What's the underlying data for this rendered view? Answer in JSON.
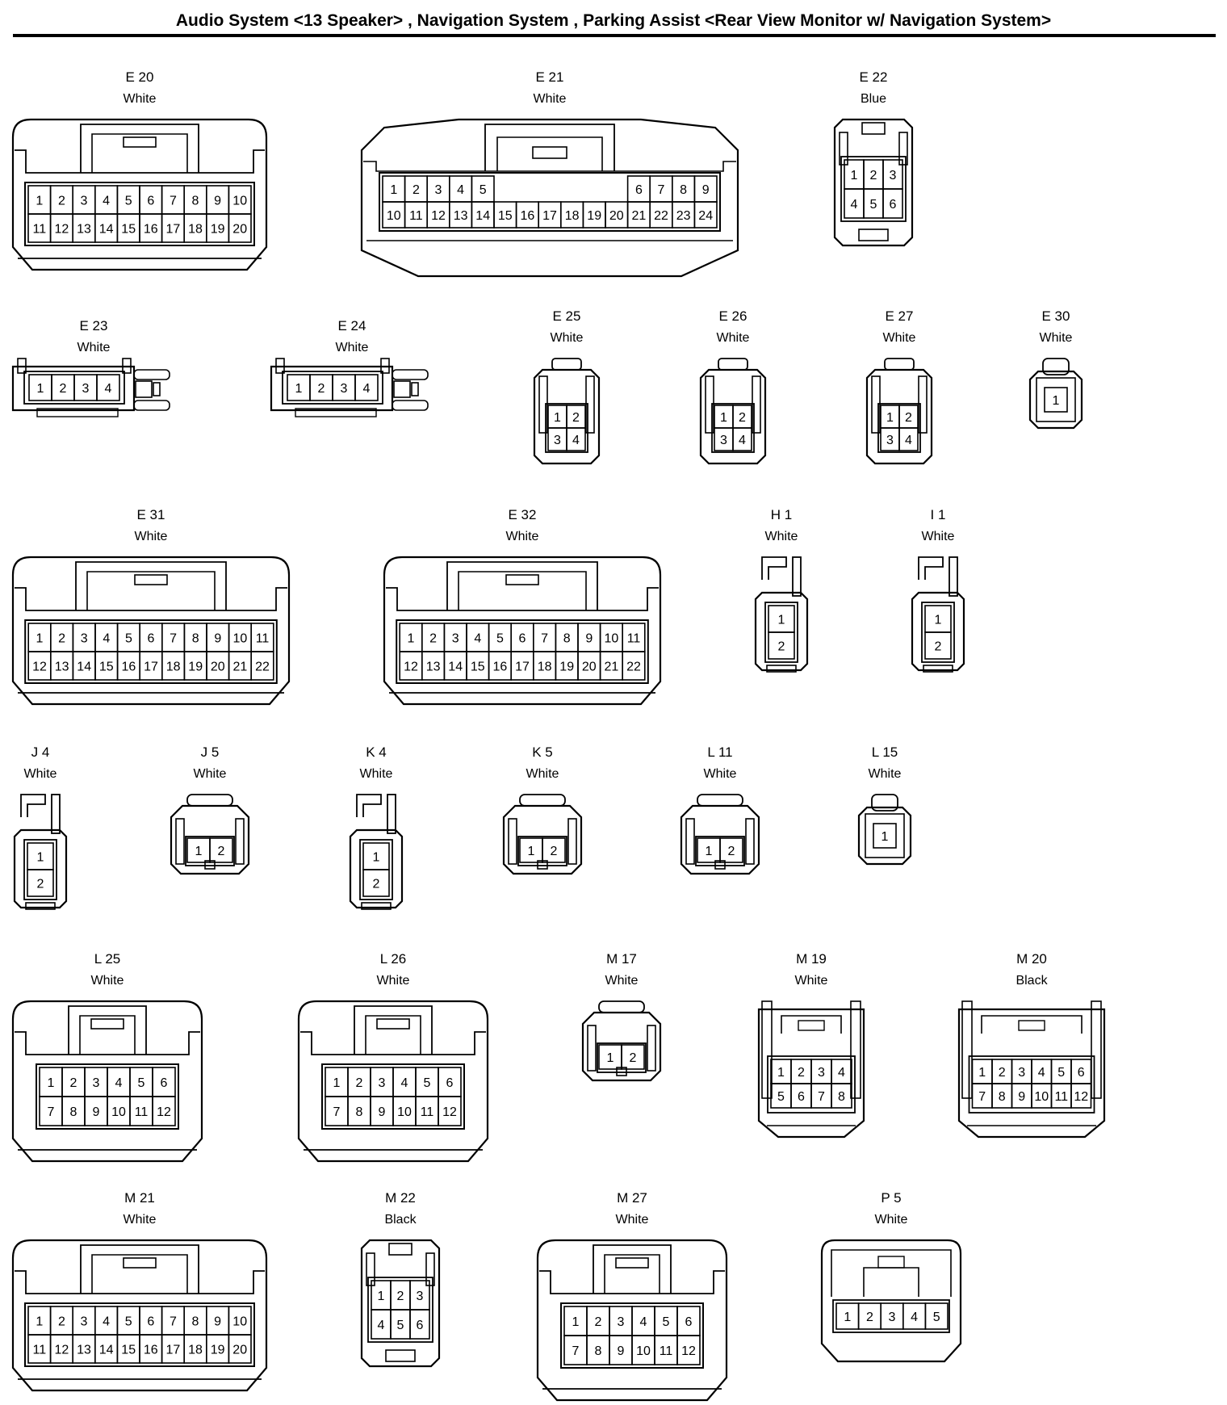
{
  "title": "Audio System <13 Speaker> , Navigation System , Parking Assist <Rear View Monitor w/ Navigation System>",
  "connectors": [
    {
      "id": "E 20",
      "color": "White",
      "rows": [
        [
          "1",
          "2",
          "3",
          "4",
          "5",
          "6",
          "7",
          "8",
          "9",
          "10"
        ],
        [
          "11",
          "12",
          "13",
          "14",
          "15",
          "16",
          "17",
          "18",
          "19",
          "20"
        ]
      ]
    },
    {
      "id": "E 21",
      "color": "White",
      "rows": [
        [
          "1",
          "2",
          "3",
          "4",
          "5",
          "",
          "",
          "",
          "",
          "",
          "",
          "6",
          "7",
          "8",
          "9"
        ],
        [
          "10",
          "11",
          "12",
          "13",
          "14",
          "15",
          "16",
          "17",
          "18",
          "19",
          "20",
          "21",
          "22",
          "23",
          "24"
        ]
      ]
    },
    {
      "id": "E 22",
      "color": "Blue",
      "rows": [
        [
          "1",
          "2",
          "3"
        ],
        [
          "4",
          "5",
          "6"
        ]
      ]
    },
    {
      "id": "E 23",
      "color": "White",
      "rows": [
        [
          "1",
          "2",
          "3",
          "4"
        ]
      ]
    },
    {
      "id": "E 24",
      "color": "White",
      "rows": [
        [
          "1",
          "2",
          "3",
          "4"
        ]
      ]
    },
    {
      "id": "E 25",
      "color": "White",
      "rows": [
        [
          "1",
          "2"
        ],
        [
          "3",
          "4"
        ]
      ]
    },
    {
      "id": "E 26",
      "color": "White",
      "rows": [
        [
          "1",
          "2"
        ],
        [
          "3",
          "4"
        ]
      ]
    },
    {
      "id": "E 27",
      "color": "White",
      "rows": [
        [
          "1",
          "2"
        ],
        [
          "3",
          "4"
        ]
      ]
    },
    {
      "id": "E 30",
      "color": "White",
      "rows": [
        [
          "1"
        ]
      ]
    },
    {
      "id": "E 31",
      "color": "White",
      "rows": [
        [
          "1",
          "2",
          "3",
          "4",
          "5",
          "6",
          "7",
          "8",
          "9",
          "10",
          "11"
        ],
        [
          "12",
          "13",
          "14",
          "15",
          "16",
          "17",
          "18",
          "19",
          "20",
          "21",
          "22"
        ]
      ]
    },
    {
      "id": "E 32",
      "color": "White",
      "rows": [
        [
          "1",
          "2",
          "3",
          "4",
          "5",
          "6",
          "7",
          "8",
          "9",
          "10",
          "11"
        ],
        [
          "12",
          "13",
          "14",
          "15",
          "16",
          "17",
          "18",
          "19",
          "20",
          "21",
          "22"
        ]
      ]
    },
    {
      "id": "H 1",
      "color": "White",
      "rows": [
        [
          "1"
        ],
        [
          "2"
        ]
      ]
    },
    {
      "id": "I 1",
      "color": "White",
      "rows": [
        [
          "1"
        ],
        [
          "2"
        ]
      ]
    },
    {
      "id": "J 4",
      "color": "White",
      "rows": [
        [
          "1"
        ],
        [
          "2"
        ]
      ]
    },
    {
      "id": "J 5",
      "color": "White",
      "rows": [
        [
          "1",
          "2"
        ]
      ]
    },
    {
      "id": "K 4",
      "color": "White",
      "rows": [
        [
          "1"
        ],
        [
          "2"
        ]
      ]
    },
    {
      "id": "K 5",
      "color": "White",
      "rows": [
        [
          "1",
          "2"
        ]
      ]
    },
    {
      "id": "L 11",
      "color": "White",
      "rows": [
        [
          "1",
          "2"
        ]
      ]
    },
    {
      "id": "L 15",
      "color": "White",
      "rows": [
        [
          "1"
        ]
      ]
    },
    {
      "id": "L 25",
      "color": "White",
      "rows": [
        [
          "1",
          "2",
          "3",
          "4",
          "5",
          "6"
        ],
        [
          "7",
          "8",
          "9",
          "10",
          "11",
          "12"
        ]
      ]
    },
    {
      "id": "L 26",
      "color": "White",
      "rows": [
        [
          "1",
          "2",
          "3",
          "4",
          "5",
          "6"
        ],
        [
          "7",
          "8",
          "9",
          "10",
          "11",
          "12"
        ]
      ]
    },
    {
      "id": "M 17",
      "color": "White",
      "rows": [
        [
          "1",
          "2"
        ]
      ]
    },
    {
      "id": "M 19",
      "color": "White",
      "rows": [
        [
          "1",
          "2",
          "3",
          "4"
        ],
        [
          "5",
          "6",
          "7",
          "8"
        ]
      ]
    },
    {
      "id": "M 20",
      "color": "Black",
      "rows": [
        [
          "1",
          "2",
          "3",
          "4",
          "5",
          "6"
        ],
        [
          "7",
          "8",
          "9",
          "10",
          "11",
          "12"
        ]
      ]
    },
    {
      "id": "M 21",
      "color": "White",
      "rows": [
        [
          "1",
          "2",
          "3",
          "4",
          "5",
          "6",
          "7",
          "8",
          "9",
          "10"
        ],
        [
          "11",
          "12",
          "13",
          "14",
          "15",
          "16",
          "17",
          "18",
          "19",
          "20"
        ]
      ]
    },
    {
      "id": "M 22",
      "color": "Black",
      "rows": [
        [
          "1",
          "2",
          "3"
        ],
        [
          "4",
          "5",
          "6"
        ]
      ]
    },
    {
      "id": "M 27",
      "color": "White",
      "rows": [
        [
          "1",
          "2",
          "3",
          "4",
          "5",
          "6"
        ],
        [
          "7",
          "8",
          "9",
          "10",
          "11",
          "12"
        ]
      ]
    },
    {
      "id": "P 5",
      "color": "White",
      "rows": [
        [
          "1",
          "2",
          "3",
          "4",
          "5"
        ]
      ]
    }
  ]
}
